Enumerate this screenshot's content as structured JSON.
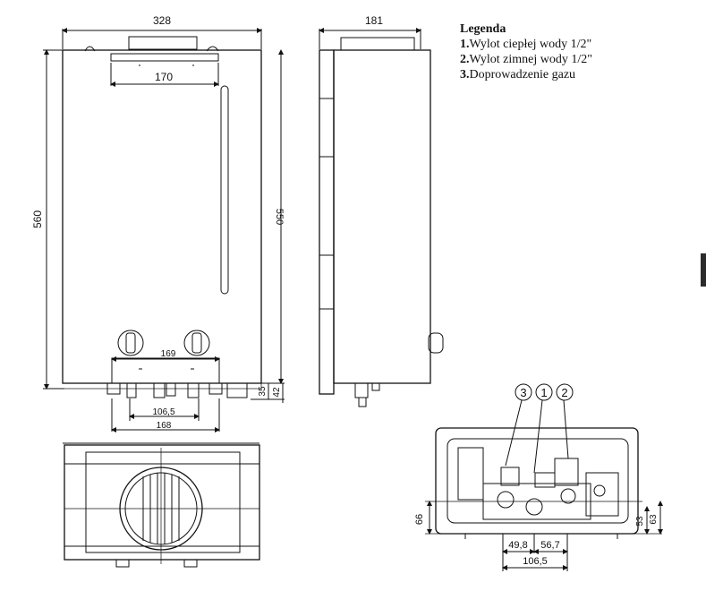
{
  "legend": {
    "title": "Legenda",
    "items": [
      {
        "num": "1.",
        "text": "Wylot ciepłej wody 1/2\""
      },
      {
        "num": "2.",
        "text": "Wylot zimnej wody 1/2\""
      },
      {
        "num": "3.",
        "text": "Doprowadzenie gazu"
      }
    ]
  },
  "dimensions": {
    "front_width": "328",
    "side_depth": "181",
    "top_inner": "170",
    "height_total": "560",
    "height_inner": "550",
    "conn_169": "169",
    "conn_1065_front": "106,5",
    "conn_168": "168",
    "conn_35": "35",
    "conn_42": "42",
    "bottom_66": "66",
    "bottom_53": "53",
    "bottom_63": "63",
    "bottom_498": "49,8",
    "bottom_567": "56,7",
    "bottom_1065": "106,5"
  },
  "callouts": [
    "3",
    "1",
    "2"
  ]
}
